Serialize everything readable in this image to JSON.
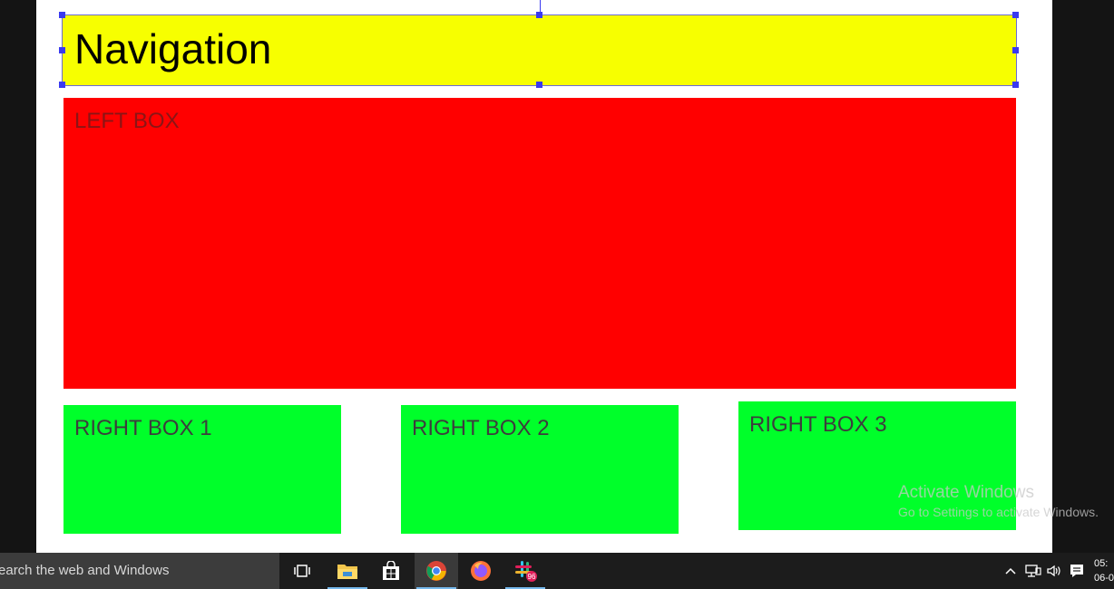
{
  "editor": {
    "navigation_label": "Navigation",
    "left_box_label": "LEFT BOX",
    "right_boxes": [
      "RIGHT BOX 1",
      "RIGHT BOX 2",
      "RIGHT BOX 3"
    ],
    "colors": {
      "navigation": "#f7ff00",
      "left_box": "#ff0000",
      "right_box": "#00ff2a",
      "selection": "#3a3af0"
    }
  },
  "watermark": {
    "line1": "Activate Windows",
    "line2": "Go to Settings to activate Windows."
  },
  "taskbar": {
    "search_text": "Search the web and Windows",
    "icons": [
      "task-view-icon",
      "file-explorer-icon",
      "store-icon",
      "chrome-icon",
      "firefox-icon",
      "slack-icon"
    ],
    "slack_badge": "96",
    "clock_time": "05:",
    "clock_date": "06-0"
  }
}
